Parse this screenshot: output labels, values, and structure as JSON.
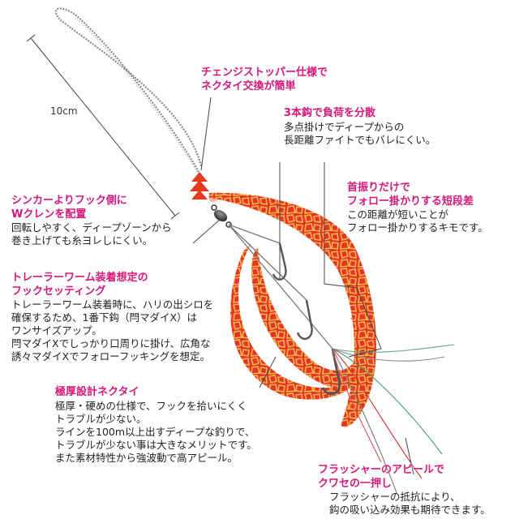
{
  "measure": {
    "label": "10cm"
  },
  "labels": {
    "change_stopper": {
      "lines": [
        "チェンジストッパー仕様で",
        "ネクタイ交換が簡単"
      ]
    },
    "three_hooks": {
      "heading": "3本鈎で負荷を分散",
      "lines": [
        "多点掛けでディープからの",
        "長距離ファイトでもバレにくい。"
      ]
    },
    "short_step": {
      "heading_lines": [
        "首振りだけで",
        "フォロー掛かりする短段差"
      ],
      "lines": [
        "この距離が短いことが",
        "フォロー掛かりするキモです。"
      ]
    },
    "sinker": {
      "heading_lines": [
        "シンカーよりフック側に",
        "Wクレンを配置"
      ],
      "lines": [
        "回転しやすく、ディープゾーンから",
        "巻き上げても糸ヨレしにくい。"
      ]
    },
    "trailer": {
      "heading_lines": [
        "トレーラーワーム装着想定の",
        "フックセッティング"
      ],
      "lines": [
        "トレーラーワーム装着時に、ハリの出シロを",
        "確保するため、1番下鈎（閂マダイX）は",
        "ワンサイズアップ。",
        "閂マダイXでしっかり口周りに掛け、広角な",
        "誘々マダイXでフォローフッキングを想定。"
      ]
    },
    "necktie": {
      "heading": "極厚設計ネクタイ",
      "lines": [
        "極厚・硬めの仕様で、フックを拾いにくく",
        "トラブルが少ない。",
        "ラインを100m以上出すディープな釣りで、",
        "トラブルが少ない事は大きなメリットです。",
        "また素材特性から強波動で高アピール。"
      ]
    },
    "flasher": {
      "heading_lines": [
        "フラッシャーのアピールで",
        "クワセの一押し"
      ],
      "lines": [
        "フラッシャーの抵抗により、",
        "鈎の吸い込み効果も期待できます。"
      ]
    }
  },
  "colors": {
    "heading": "#d6187a",
    "skirt_red": "#e8322a",
    "skirt_gold": "#e9b43a",
    "stopper": "#e63a1e",
    "line": "#7b7b7b"
  }
}
